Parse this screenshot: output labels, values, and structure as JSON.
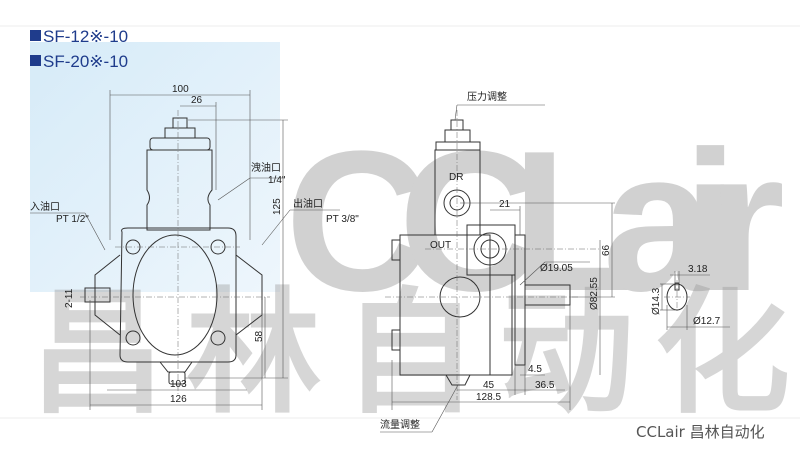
{
  "titles": [
    "SF-12※-10",
    "SF-20※-10"
  ],
  "watermark": {
    "latin": "CCLair",
    "chinese": "昌林自动化"
  },
  "footer": "CCLair 昌林自动化",
  "front_view": {
    "dims": {
      "width_top": "100",
      "width_valve": "26",
      "height": "125",
      "lower_height": "58",
      "bolt_span": "103",
      "overall_width": "126",
      "key": "2-11"
    },
    "labels": {
      "drain_port": "洩油口",
      "drain_size": "1/4\"",
      "inlet_port": "入油口",
      "inlet_size": "PT 1/2\"",
      "outlet_port": "出油口",
      "outlet_size": "PT 3/8\""
    }
  },
  "side_view": {
    "labels": {
      "pressure_adjust": "压力调整",
      "flow_adjust": "流量调整",
      "dr": "DR",
      "out": "OUT"
    },
    "dims": {
      "port_offset": "21",
      "height": "66",
      "pilot_dia": "Ø82.55",
      "shaft_dia": "Ø19.05",
      "flange": "4.5",
      "body": "45",
      "shaft_len": "36.5",
      "overall": "128.5"
    }
  },
  "shaft_section": {
    "key_width": "3.18",
    "key_height": "Ø14.3",
    "shaft_dia": "Ø12.7"
  }
}
